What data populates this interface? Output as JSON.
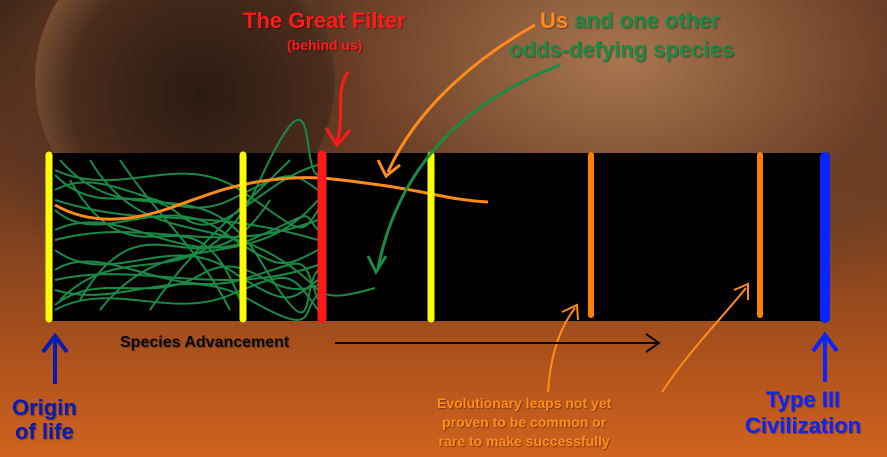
{
  "diagram": {
    "title": "The Great Filter",
    "subtitle": "(behind us)",
    "us_label_part1": "Us",
    "us_label_part2": " and one other",
    "us_label_line2": "odds-defying species",
    "origin_label_line1": "Origin",
    "origin_label_line2": "of life",
    "typeiii_label_line1": "Type III",
    "typeiii_label_line2": "Civilization",
    "evolution_label_line1": "Evolutionary leaps not yet",
    "evolution_label_line2": "proven to be common or",
    "evolution_label_line3": "rare to make successfully",
    "advancement_label": "Species Advancement"
  },
  "colors": {
    "great_filter": "#ff1a1a",
    "us": "#ff8c1a",
    "other_species": "#1b8a45",
    "passed_steps": "#ffff00",
    "unproven_steps": "#ff8000",
    "type_iii": "#0a24ff",
    "origin": "#0a1bb5",
    "band": "#000000"
  }
}
